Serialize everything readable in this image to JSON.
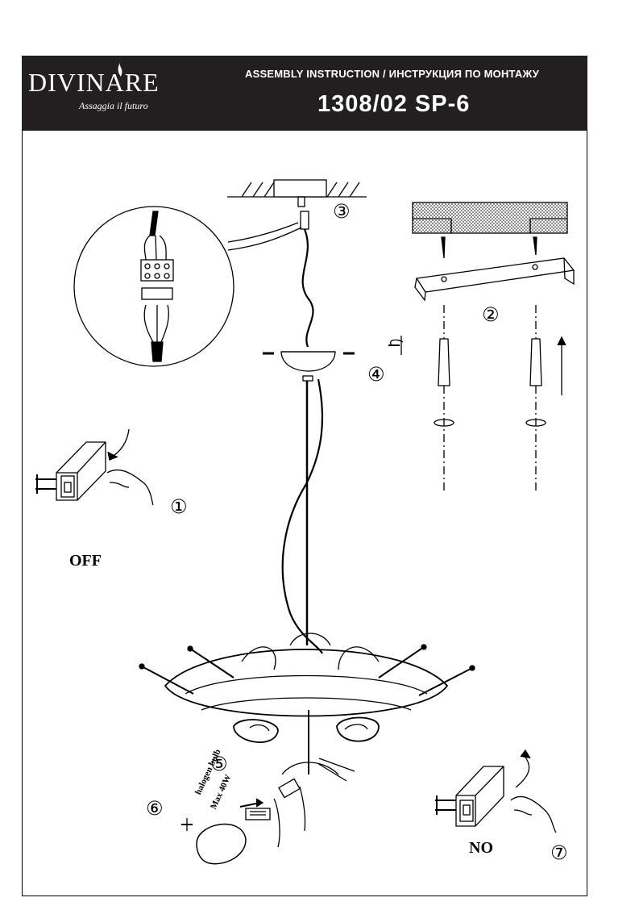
{
  "header": {
    "brand": "DIVINARE",
    "tagline": "Assaggia il futuro",
    "title": "ASSEMBLY INSTRUCTION / ИНСТРУКЦИЯ ПО МОНТАЖУ",
    "model": "1308/02 SP-6"
  },
  "steps": [
    "①",
    "②",
    "③",
    "④",
    "⑤",
    "⑥",
    "⑦"
  ],
  "labels": {
    "off": "OFF",
    "no": "NO",
    "bulb_type": "halogen bulb",
    "bulb_max": "Max 40W"
  },
  "colors": {
    "header_bg": "#231f20",
    "header_text": "#ffffff",
    "line": "#000000"
  }
}
